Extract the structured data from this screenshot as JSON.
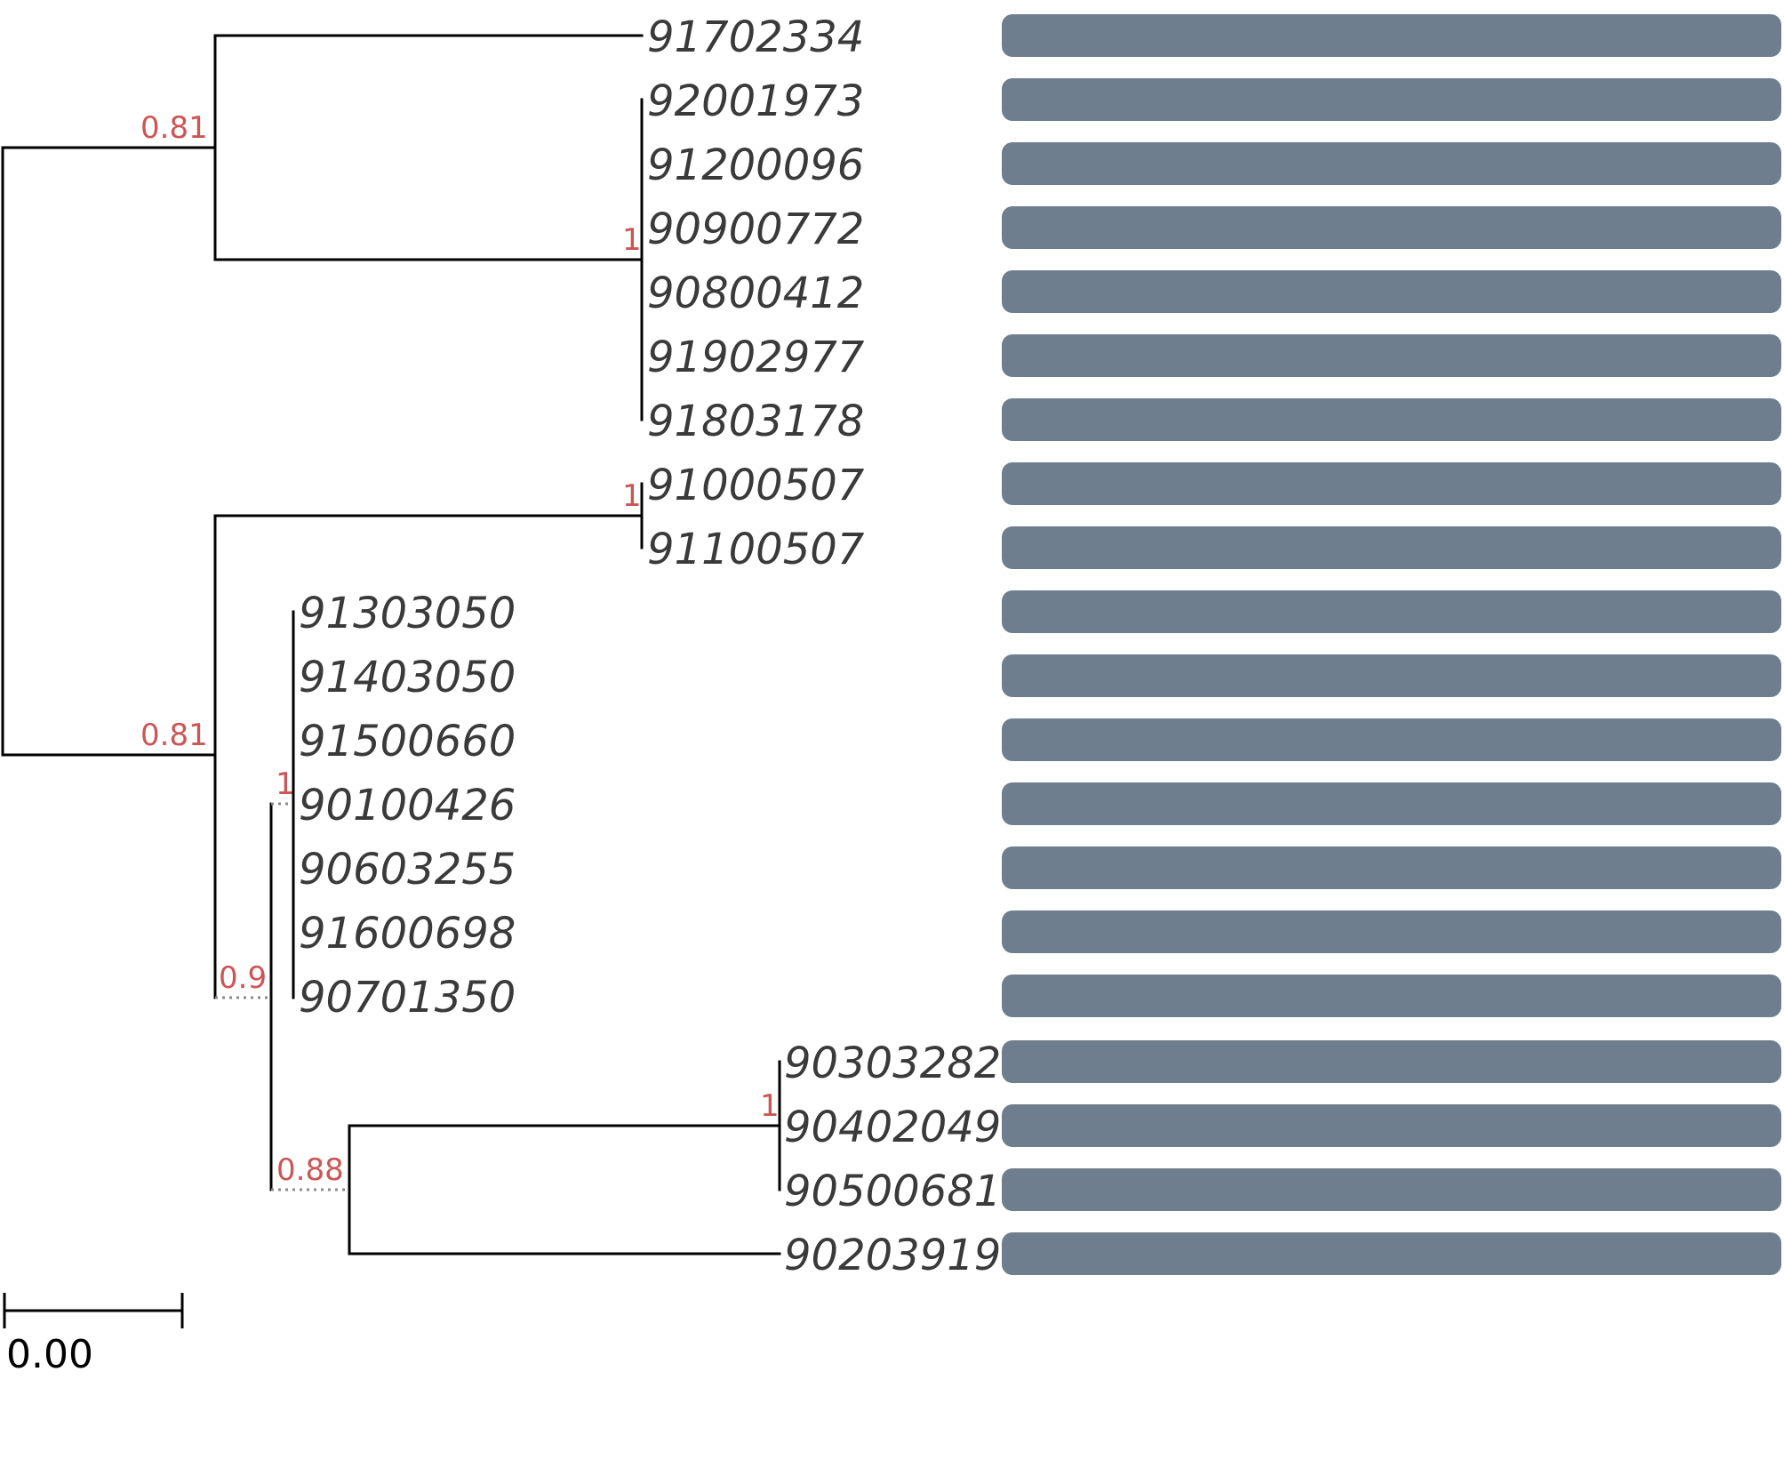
{
  "tree": {
    "tips": [
      "91702334",
      "92001973",
      "91200096",
      "90900772",
      "90800412",
      "91902977",
      "91803178",
      "91000507",
      "91100507",
      "91303050",
      "91403050",
      "91500660",
      "90100426",
      "90603255",
      "91600698",
      "90701350",
      "90303282",
      "90402049",
      "90500681",
      "90203919"
    ],
    "support_values": {
      "top_clade": "0.81",
      "clade_92001973_group": "1",
      "clade_91000507_pair": "1",
      "bottom_clade": "0.81",
      "clade_91303050_group": "1",
      "clade_0_9": "0.9",
      "clade_0_88": "0.88",
      "clade_90303282_group": "1"
    },
    "bar_color": "#6f7e8e",
    "support_color": "#cc5555"
  },
  "scale_bar": {
    "label": "0.00"
  }
}
